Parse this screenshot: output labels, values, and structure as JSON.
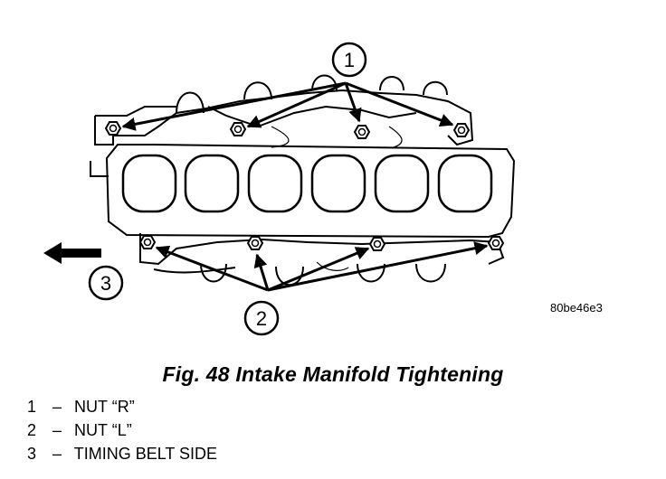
{
  "figure": {
    "reference_code": "80be46e3",
    "caption": "Fig. 48 Intake Manifold Tightening",
    "callouts": [
      "1",
      "2",
      "3"
    ]
  },
  "legend": [
    {
      "number": "1",
      "dash": "–",
      "text": "NUT “R”"
    },
    {
      "number": "2",
      "dash": "–",
      "text": "NUT “L”"
    },
    {
      "number": "3",
      "dash": "–",
      "text": "TIMING BELT SIDE"
    }
  ]
}
